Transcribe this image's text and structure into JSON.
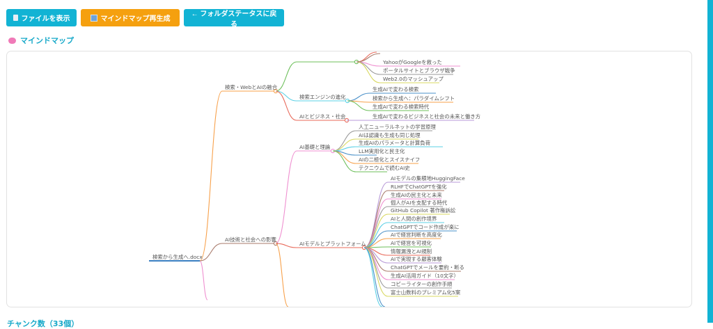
{
  "toolbar": {
    "show_file": "ファイルを表示",
    "regenerate": "マインドマップ再生成",
    "back": "← フォルダステータスに戻る"
  },
  "section_title": "マインドマップ",
  "next_section_title": "チャンク数（33個）",
  "colors": {
    "accent": "#12b3d4",
    "warning": "#f5a00f"
  },
  "mindmap": {
    "root": {
      "label": "検索から生成へ.docx",
      "color": "#3a7fc1"
    },
    "branches": [
      {
        "label": "検索・WebとAIの融合",
        "color": "#f7a04a",
        "children": [
          {
            "label": "",
            "color": "#6cbf5a",
            "children": [
              {
                "label": "YahooがGoogleを救った",
                "color": "#ef8fd0"
              },
              {
                "label": "ポータルサイトとブラウザ戦争",
                "color": "#999999"
              },
              {
                "label": "Web2.0のマッシュアップ",
                "color": "#d8d860"
              }
            ]
          },
          {
            "label": "検索エンジンの進化",
            "color": "#5bd0e6",
            "children": [
              {
                "label": "生成AIで変わる検索",
                "color": "#4a90c8"
              },
              {
                "label": "検索から生成へ：パラダイムシフト",
                "color": "#f7a04a"
              },
              {
                "label": "生成AIで変わる検索時代",
                "color": "#6cbf5a"
              }
            ]
          },
          {
            "label": "AIとビジネス・社会",
            "color": "#e8695a",
            "children": [
              {
                "label": "生成AIで変わるビジネスと社会の未来と働き方",
                "color": "#b89ad8"
              }
            ]
          }
        ]
      },
      {
        "label": "AI技術と社会への影響",
        "color": "#a87a6a",
        "children": [
          {
            "label": "AI基礎と理論",
            "color": "#ef8fd0",
            "children": [
              {
                "label": "人工ニューラルネットの学習原理",
                "color": "#999999"
              },
              {
                "label": "AIは認識も生成も同じ処理",
                "color": "#d8d860"
              },
              {
                "label": "生成AIのパラメータと計算負荷",
                "color": "#5bd0e6"
              },
              {
                "label": "LLM実用化と民主化",
                "color": "#4a90c8"
              },
              {
                "label": "AIの二極化とスイスナイフ",
                "color": "#f7a04a"
              },
              {
                "label": "テクニウムで読むAI史",
                "color": "#6cbf5a"
              }
            ]
          },
          {
            "label": "AIモデルとプラットフォーム",
            "color": "#e8695a",
            "children": [
              {
                "label": "AIモデルの集積地HuggingFace",
                "color": "#b89ad8"
              },
              {
                "label": "RLHFでChatGPTを強化",
                "color": "#a87a6a"
              },
              {
                "label": "生成AIの民主化と未来",
                "color": "#ef8fd0"
              },
              {
                "label": "個人がAIを支配する時代",
                "color": "#999999"
              },
              {
                "label": "GitHub Copilot 著作権訴訟",
                "color": "#d8d860"
              },
              {
                "label": "AIと人間の創作境界",
                "color": "#5bd0e6"
              },
              {
                "label": "ChatGPTでコード作成が楽に",
                "color": "#4a90c8"
              },
              {
                "label": "AIで経営判断を高度化",
                "color": "#f7a04a"
              },
              {
                "label": "AIで経営を可視化",
                "color": "#6cbf5a"
              },
              {
                "label": "情報漏洩とAI規制",
                "color": "#e8695a"
              },
              {
                "label": "AIで実現する顧客体験",
                "color": "#b89ad8"
              },
              {
                "label": "ChatGPTでメールを要約・断る",
                "color": "#a87a6a"
              },
              {
                "label": "生成AI活用ガイド（10文字）",
                "color": "#ef8fd0"
              },
              {
                "label": "コピーライターの創作手順",
                "color": "#999999"
              },
              {
                "label": "富士山数料のプレミアム化5案",
                "color": "#d8d860"
              }
            ]
          }
        ]
      }
    ]
  }
}
